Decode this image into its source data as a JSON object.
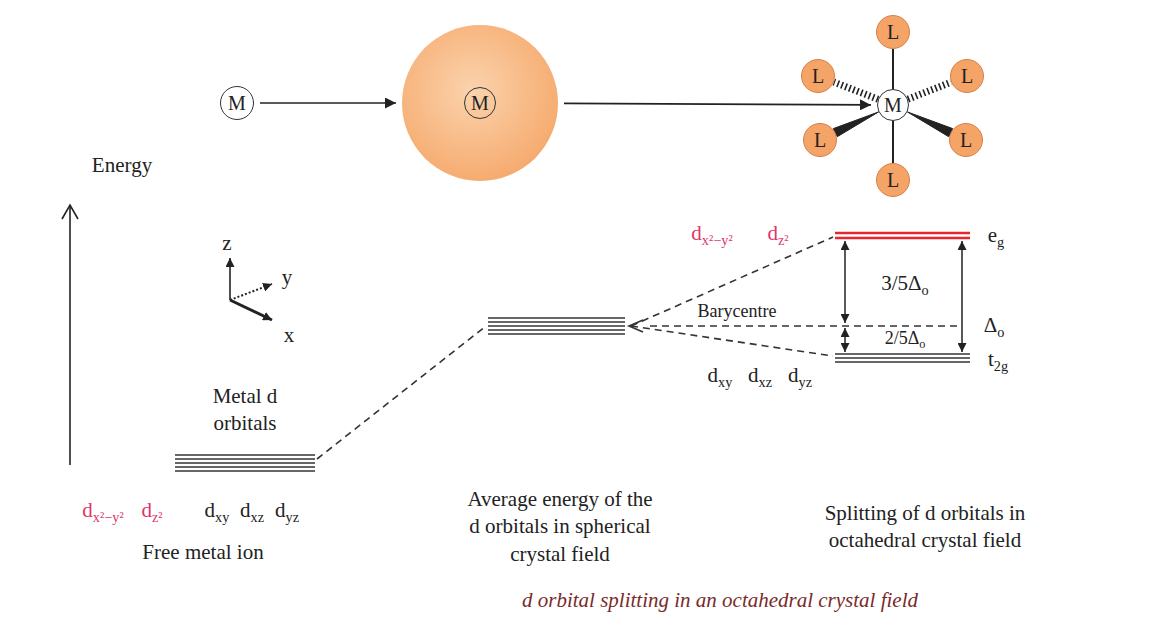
{
  "diagram": {
    "caption": "d orbital splitting in an octahedral crystal field",
    "nodes": [
      {
        "text": [
          "M"
        ]
      },
      {
        "text": [
          "M"
        ]
      },
      {
        "text": [
          "M"
        ]
      },
      {
        "text": [
          "L"
        ]
      },
      {
        "text": [
          "L"
        ]
      },
      {
        "text": [
          "L"
        ]
      },
      {
        "text": [
          "L"
        ]
      },
      {
        "text": [
          "L"
        ]
      },
      {
        "text": [
          "L"
        ]
      }
    ],
    "edges": [
      {
        "from": 0,
        "to": 1,
        "arrow": "to"
      },
      {
        "from": 1,
        "to": 2,
        "arrow": "to"
      },
      {
        "from": 2,
        "to": 3,
        "arrow": "none"
      },
      {
        "from": 2,
        "to": 4,
        "arrow": "none"
      },
      {
        "from": 2,
        "to": 5,
        "arrow": "none"
      },
      {
        "from": 2,
        "to": 6,
        "arrow": "none"
      },
      {
        "from": 2,
        "to": 7,
        "arrow": "none"
      },
      {
        "from": 2,
        "to": 8,
        "arrow": "none"
      }
    ],
    "labels": [
      "Energy",
      "z",
      "y",
      "x",
      "dx²−y²",
      "dz²",
      "eg",
      "3/5Δo",
      "Barycentre",
      "Δo",
      "2/5Δo",
      "dxy",
      "dxz",
      "dyz",
      "t2g",
      "Metal d orbitals",
      "dx²−y²",
      "dz²",
      "dxy",
      "dxz",
      "dyz",
      "Free metal ion",
      "Average energy of the d orbitals in spherical crystal field",
      "Splitting of d orbitals in octahedral crystal field"
    ]
  }
}
